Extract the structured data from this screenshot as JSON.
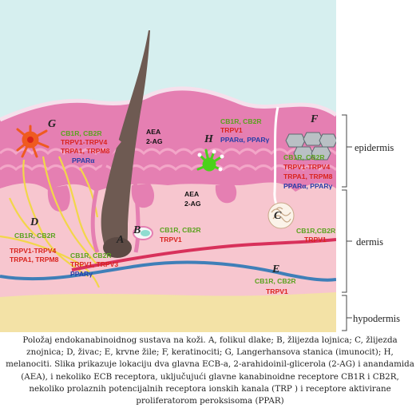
{
  "structures": {
    "G": {
      "letter": "G",
      "receptors": "CB1R, CB2R",
      "trp_1": "TRPV1-TRPV4",
      "trp_2": "TRPA1, TRPM8",
      "ppar": "PPARα"
    },
    "H": {
      "letter": "H",
      "receptors": "CB1R, CB2R",
      "trp": "TRPV1",
      "ppar": "PPARα, PPARγ"
    },
    "F": {
      "letter": "F",
      "receptors": "CB1R, CB2R",
      "trp_1": "TRPV1-TRPV4",
      "trp_2": "TRPA1, TRPM8",
      "ppar": "PPARα, PPARγ"
    },
    "D": {
      "letter": "D",
      "receptors": "CB1R, CB2R",
      "trp_1": "TRPV1-TRPV4",
      "trp_2": "TRPA1, TRPM8"
    },
    "A": {
      "letter": "A",
      "receptors": "CB1R, CB2R",
      "trp": "TRPV1, TRPV3",
      "ppar": "PPARγ"
    },
    "B": {
      "letter": "B",
      "receptors": "CB1R, CB2R",
      "trp": "TRPV1"
    },
    "C": {
      "letter": "C",
      "receptors": "CB1R,CB2R",
      "trp": "TRPV1"
    },
    "E": {
      "letter": "E",
      "receptors": "CB1R, CB2R",
      "trp": "TRPV1"
    }
  },
  "ligands": {
    "epidermis": {
      "line_1": "AEA",
      "line_2": "2-AG"
    },
    "dermis": {
      "line_1": "AEA",
      "line_2": "2-AG"
    }
  },
  "layers": {
    "epidermis": "epidermis",
    "dermis": "dermis",
    "hypodermis": "hypodermis"
  },
  "caption": "Položaj endokanabinoidnog sustava na koži. A, folikul dlake; B, žlijezda lojnica; C, žlijezda znojnica; D, živac; E, krvne žile; F, keratinociti; G, Langerhansova stanica (imunocit); H, melanociti. Slika prikazuje lokaciju dva glavna ECB-a, 2-arahidoinil-glicerola (2-AG) i anandamida (AEA), i nekoliko ECB receptora, uključujući glavne kanabinoidne receptore CB1R i CB2R, nekoliko prolaznih potencijalnih receptora ionskih kanala (TRP ) i receptore aktivirane proliferatorom peroksisoma (PPAR)",
  "colors": {
    "sky": "#d6efef",
    "skin": "#f7c6cf",
    "epidermis_band": "#e57fb2",
    "basal_cells": "#f3a6c8",
    "hypodermis": "#f3e2a6",
    "hair": "#6e5a52",
    "nerve": "#f2d64a",
    "artery": "#d8315b",
    "vein": "#3f7fb8",
    "receptor_green": "#5aa21e",
    "trp_red": "#d9231d",
    "ppar_blue": "#263ea8"
  }
}
